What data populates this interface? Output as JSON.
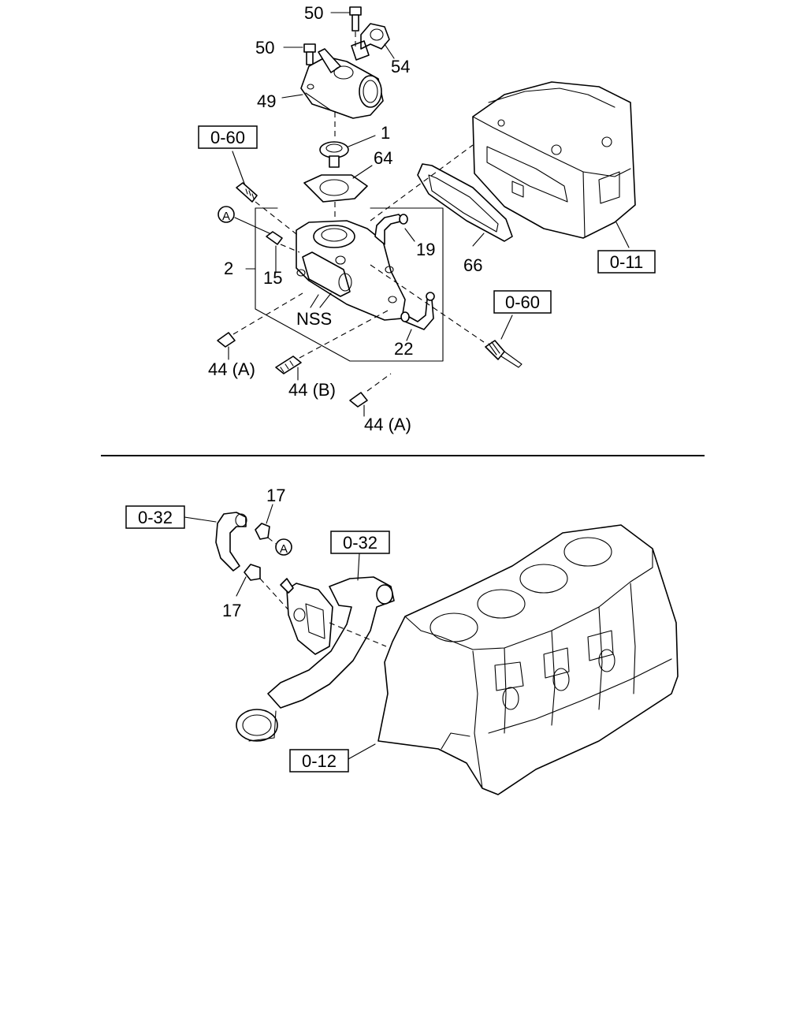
{
  "upper_assembly": {
    "callouts": {
      "c50_top": "50",
      "c50_left": "50",
      "c54": "54",
      "c49": "49",
      "c1": "1",
      "c64": "64",
      "c19": "19",
      "c66": "66",
      "c2": "2",
      "c15": "15",
      "nss": "NSS",
      "c22": "22",
      "c44a_left": "44 (A)",
      "c44b": "44 (B)",
      "c44a_bottom": "44 (A)"
    },
    "ref_boxes": {
      "r060_top": "0-60",
      "r060_right": "0-60",
      "r011": "0-11"
    },
    "circle_marker": "A"
  },
  "lower_assembly": {
    "callouts": {
      "c17_top": "17",
      "c17_left": "17"
    },
    "ref_boxes": {
      "r032_left": "0-32",
      "r032_mid": "0-32",
      "r012": "0-12"
    },
    "circle_marker": "A"
  }
}
